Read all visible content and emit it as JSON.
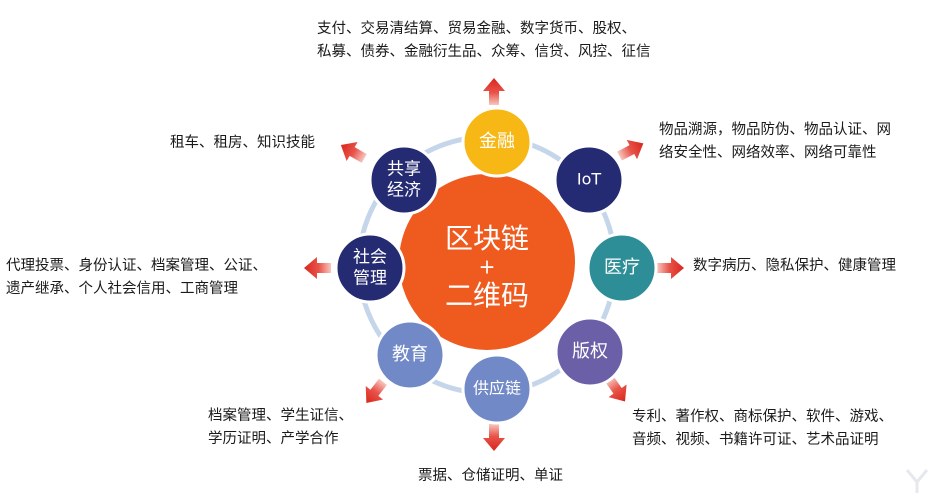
{
  "center": {
    "line1": "区块链",
    "line2": "+",
    "line3": "二维码",
    "color": "#ef5a1f"
  },
  "ring_color": "#c6d6ea",
  "arrow_color": "#d9261c",
  "nodes": [
    {
      "id": "finance",
      "lines": [
        "金融"
      ],
      "color": "#f7b816",
      "applications": [
        "支付、交易清结算、贸易金融、数字货币、股权、",
        "私募、债券、金融衍生品、众筹、信贷、风控、征信"
      ]
    },
    {
      "id": "iot",
      "lines": [
        "IoT"
      ],
      "color": "#252b72",
      "applications": [
        "物品溯源，物品防伪、物品认证、网",
        "络安全性、网络效率、网络可靠性"
      ]
    },
    {
      "id": "medical",
      "lines": [
        "医疗"
      ],
      "color": "#2e8e98",
      "applications": [
        "数字病历、隐私保护、健康管理"
      ]
    },
    {
      "id": "copyright",
      "lines": [
        "版权"
      ],
      "color": "#6b5fa8",
      "applications": [
        "专利、著作权、商标保护、软件、游戏、",
        "音频、视频、书籍许可证、艺术品证明"
      ]
    },
    {
      "id": "supply-chain",
      "lines": [
        "供应链"
      ],
      "color": "#7289c8",
      "applications": [
        "票据、仓储证明、单证"
      ]
    },
    {
      "id": "education",
      "lines": [
        "教育"
      ],
      "color": "#7289c8",
      "applications": [
        "档案管理、学生证信、",
        "学历证明、产学合作"
      ]
    },
    {
      "id": "social-management",
      "lines": [
        "社会",
        "管理"
      ],
      "color": "#252b72",
      "applications": [
        "代理投票、身份认证、档案管理、公证、",
        "遗产继承、个人社会信用、工商管理"
      ]
    },
    {
      "id": "sharing-economy",
      "lines": [
        "共享",
        "经济"
      ],
      "color": "#252b72",
      "applications": [
        "租车、租房、知识技能"
      ]
    }
  ]
}
